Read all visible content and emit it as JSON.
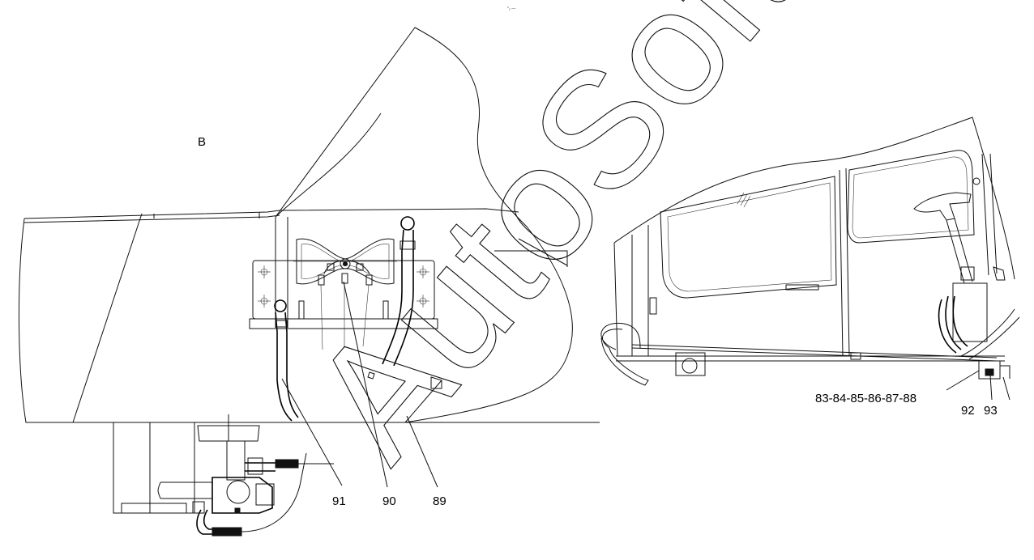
{
  "drawing": {
    "top_mark": "°ₒ —",
    "view_label": "B",
    "watermark": "AutoSoft",
    "callouts": {
      "c91": "91",
      "c90": "90",
      "c89": "89",
      "c83_88": "83-84-85-86-87-88",
      "c92": "92",
      "c93": "93"
    }
  }
}
